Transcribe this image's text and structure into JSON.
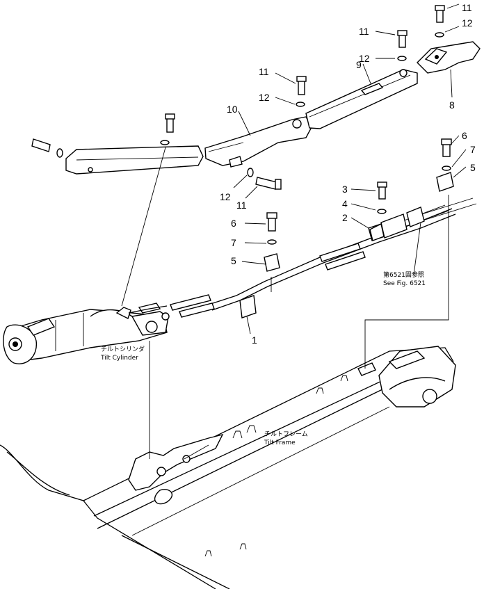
{
  "callouts": {
    "c1": "1",
    "c2": "2",
    "c3": "3",
    "c4": "4",
    "c5a": "5",
    "c5b": "5",
    "c6a": "6",
    "c6b": "6",
    "c7a": "7",
    "c7b": "7",
    "c8": "8",
    "c9": "9",
    "c10": "10",
    "c11a": "11",
    "c11b": "11",
    "c11c": "11",
    "c11d": "11",
    "c12a": "12",
    "c12b": "12",
    "c12c": "12",
    "c12d": "12"
  },
  "labels": {
    "see_fig_jp": "第6521図参照",
    "see_fig_en": "See Fig. 6521",
    "tilt_cylinder_jp": "チルトシリンダ",
    "tilt_cylinder_en": "Tilt Cylinder",
    "tilt_frame_jp": "チルトフレーム",
    "tilt_frame_en": "Tilt Frame"
  }
}
